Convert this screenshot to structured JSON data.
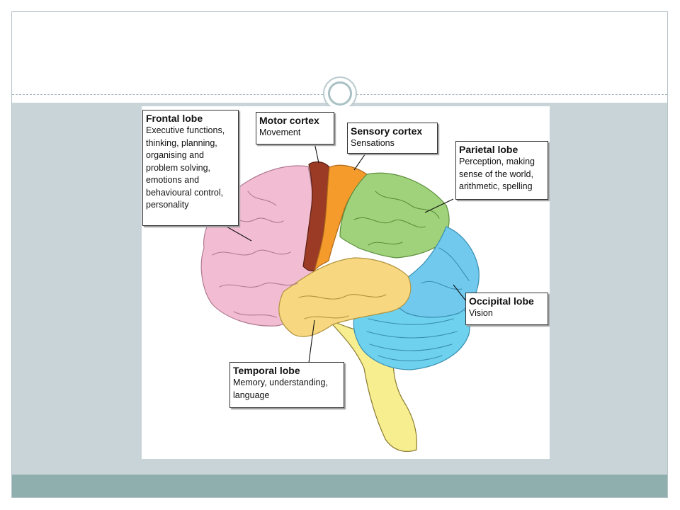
{
  "slide": {
    "colors": {
      "band": "#c8d4d8",
      "footer": "#8eafae",
      "border": "#b5c3c8"
    }
  },
  "diagram": {
    "lobes": [
      {
        "id": "frontal",
        "color": "#f2bdd2"
      },
      {
        "id": "motor",
        "color": "#9b3b26"
      },
      {
        "id": "sensory",
        "color": "#f59b2c"
      },
      {
        "id": "parietal",
        "color": "#9fd27a"
      },
      {
        "id": "occipital",
        "color": "#71c9ee"
      },
      {
        "id": "temporal",
        "color": "#f7d77f"
      },
      {
        "id": "cerebellum",
        "color": "#6ed1ee"
      },
      {
        "id": "brainstem",
        "color": "#f7ee8f"
      }
    ],
    "callouts": {
      "frontal": {
        "title": "Frontal lobe",
        "lines": [
          "Executive functions,",
          "thinking, planning,",
          "organising and",
          "problem solving,",
          "emotions and",
          "behavioural control,",
          "personality"
        ]
      },
      "motor": {
        "title": "Motor cortex",
        "lines": [
          "Movement"
        ]
      },
      "sensory": {
        "title": "Sensory cortex",
        "lines": [
          "Sensations"
        ]
      },
      "parietal": {
        "title": "Parietal lobe",
        "lines": [
          "Perception, making",
          "sense of the world,",
          "arithmetic, spelling"
        ]
      },
      "occipital": {
        "title": "Occipital lobe",
        "lines": [
          "Vision"
        ]
      },
      "temporal": {
        "title": "Temporal lobe",
        "lines": [
          "Memory, understanding,",
          "language"
        ]
      }
    }
  }
}
